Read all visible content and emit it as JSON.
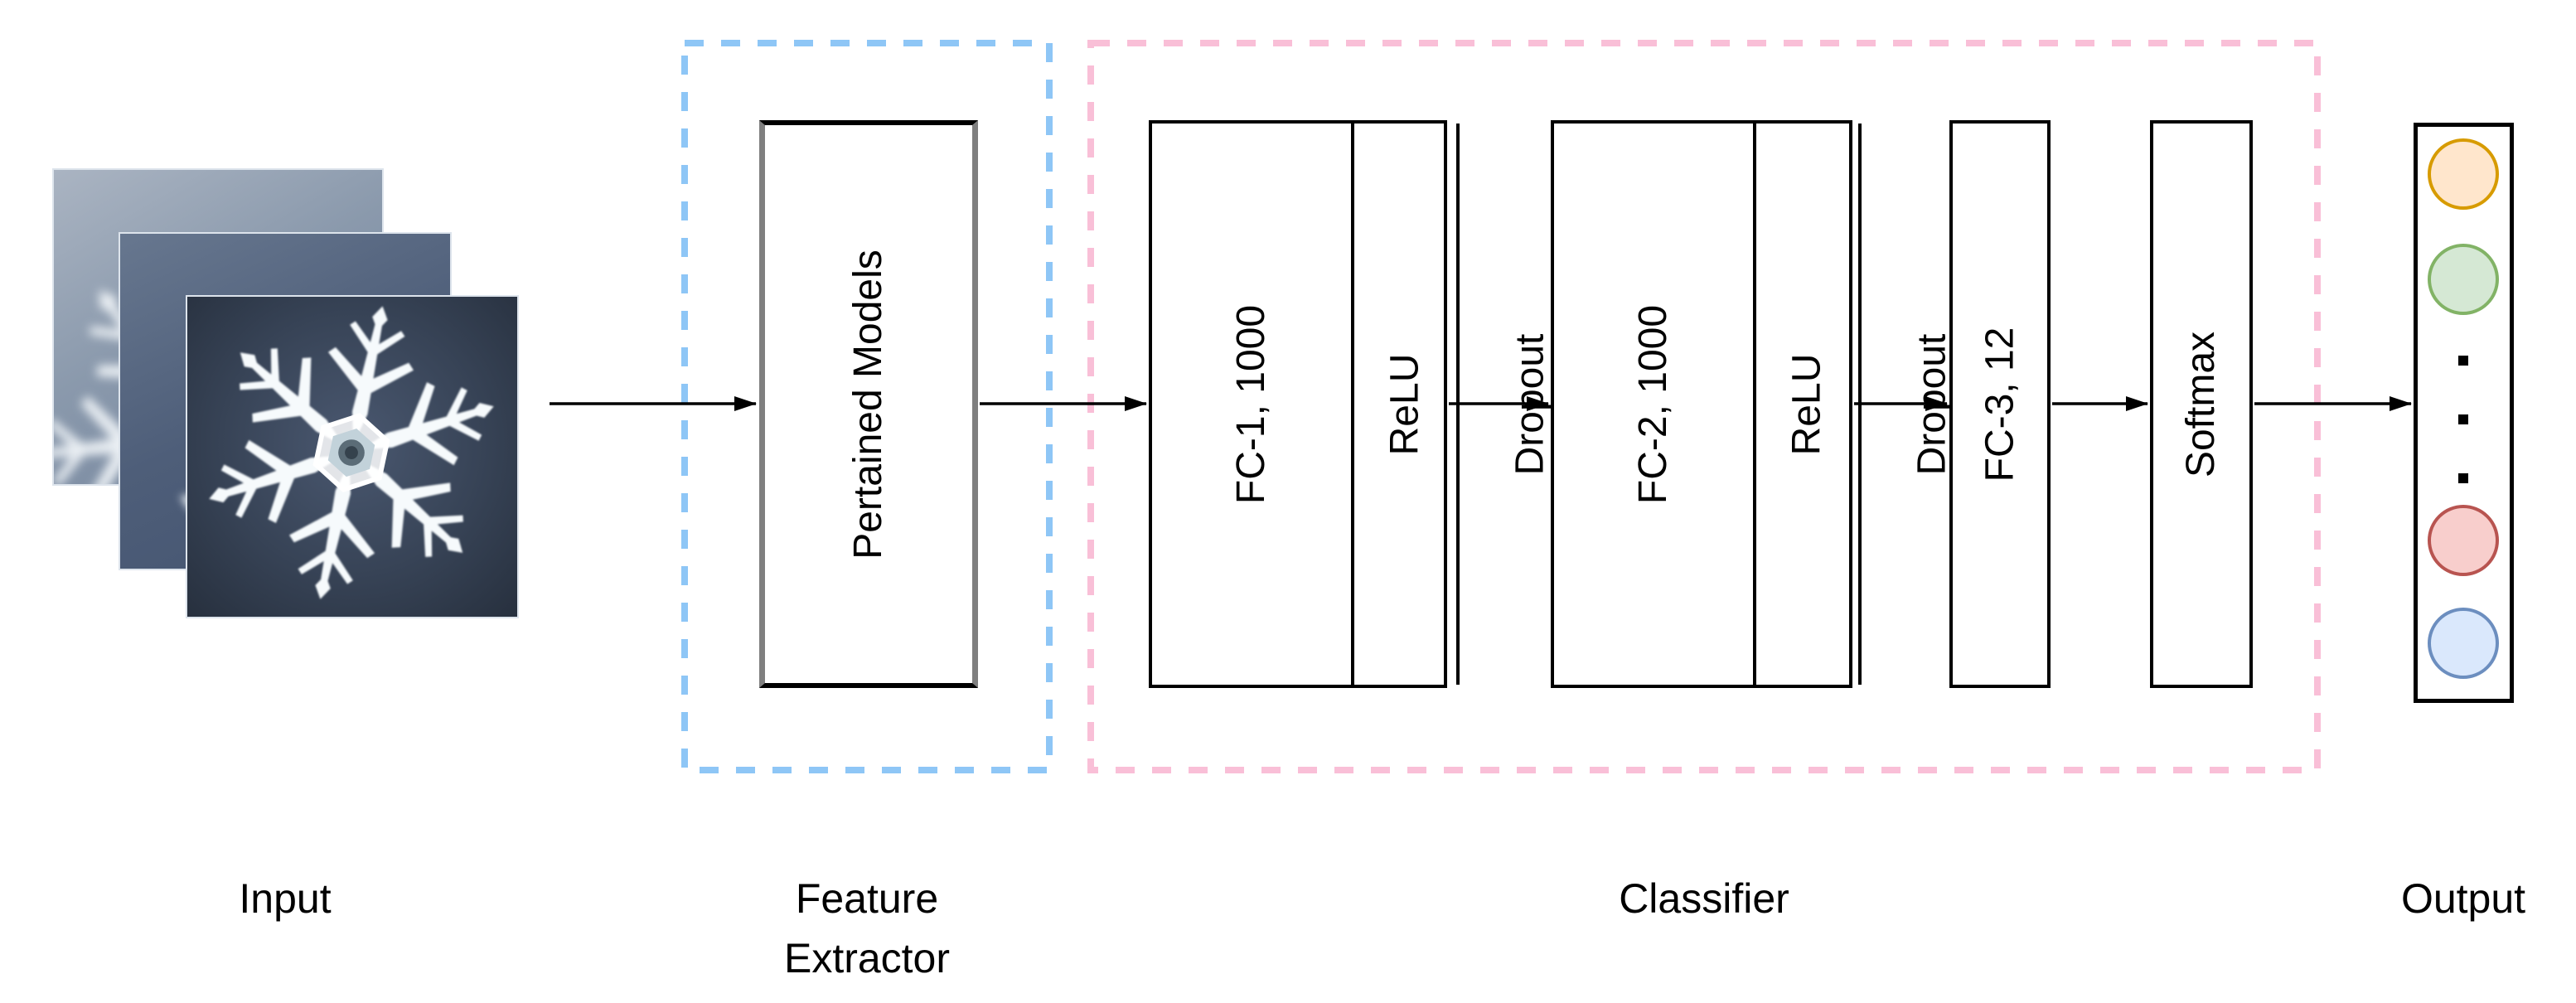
{
  "labels": {
    "input": "Input",
    "feature_extractor_line1": "Feature",
    "feature_extractor_line2": "Extractor",
    "classifier": "Classifier",
    "output": "Output"
  },
  "feature_extractor": {
    "model_box": "Pertained Models"
  },
  "classifier": {
    "block1": {
      "layers": [
        "FC-1, 1000",
        "ReLU",
        "Dropout"
      ]
    },
    "block2": {
      "layers": [
        "FC-2, 1000",
        "ReLU",
        "Dropout"
      ]
    },
    "fc3": "FC-3, 12",
    "softmax": "Softmax"
  },
  "output_nodes": {
    "circles": [
      {
        "name": "class-node-orange",
        "fill": "#FFE6CC",
        "stroke": "#D79B00"
      },
      {
        "name": "class-node-green",
        "fill": "#D5E8D4",
        "stroke": "#82B366"
      },
      {
        "name": "class-node-red",
        "fill": "#F8CECC",
        "stroke": "#B85450"
      },
      {
        "name": "class-node-blue",
        "fill": "#DAE8FC",
        "stroke": "#6C8EBF"
      }
    ],
    "ellipsis_dots": 3
  },
  "colors": {
    "feature_extractor_border": "#8EC6F6",
    "classifier_border": "#F9BFD7",
    "arrow": "#000000"
  }
}
